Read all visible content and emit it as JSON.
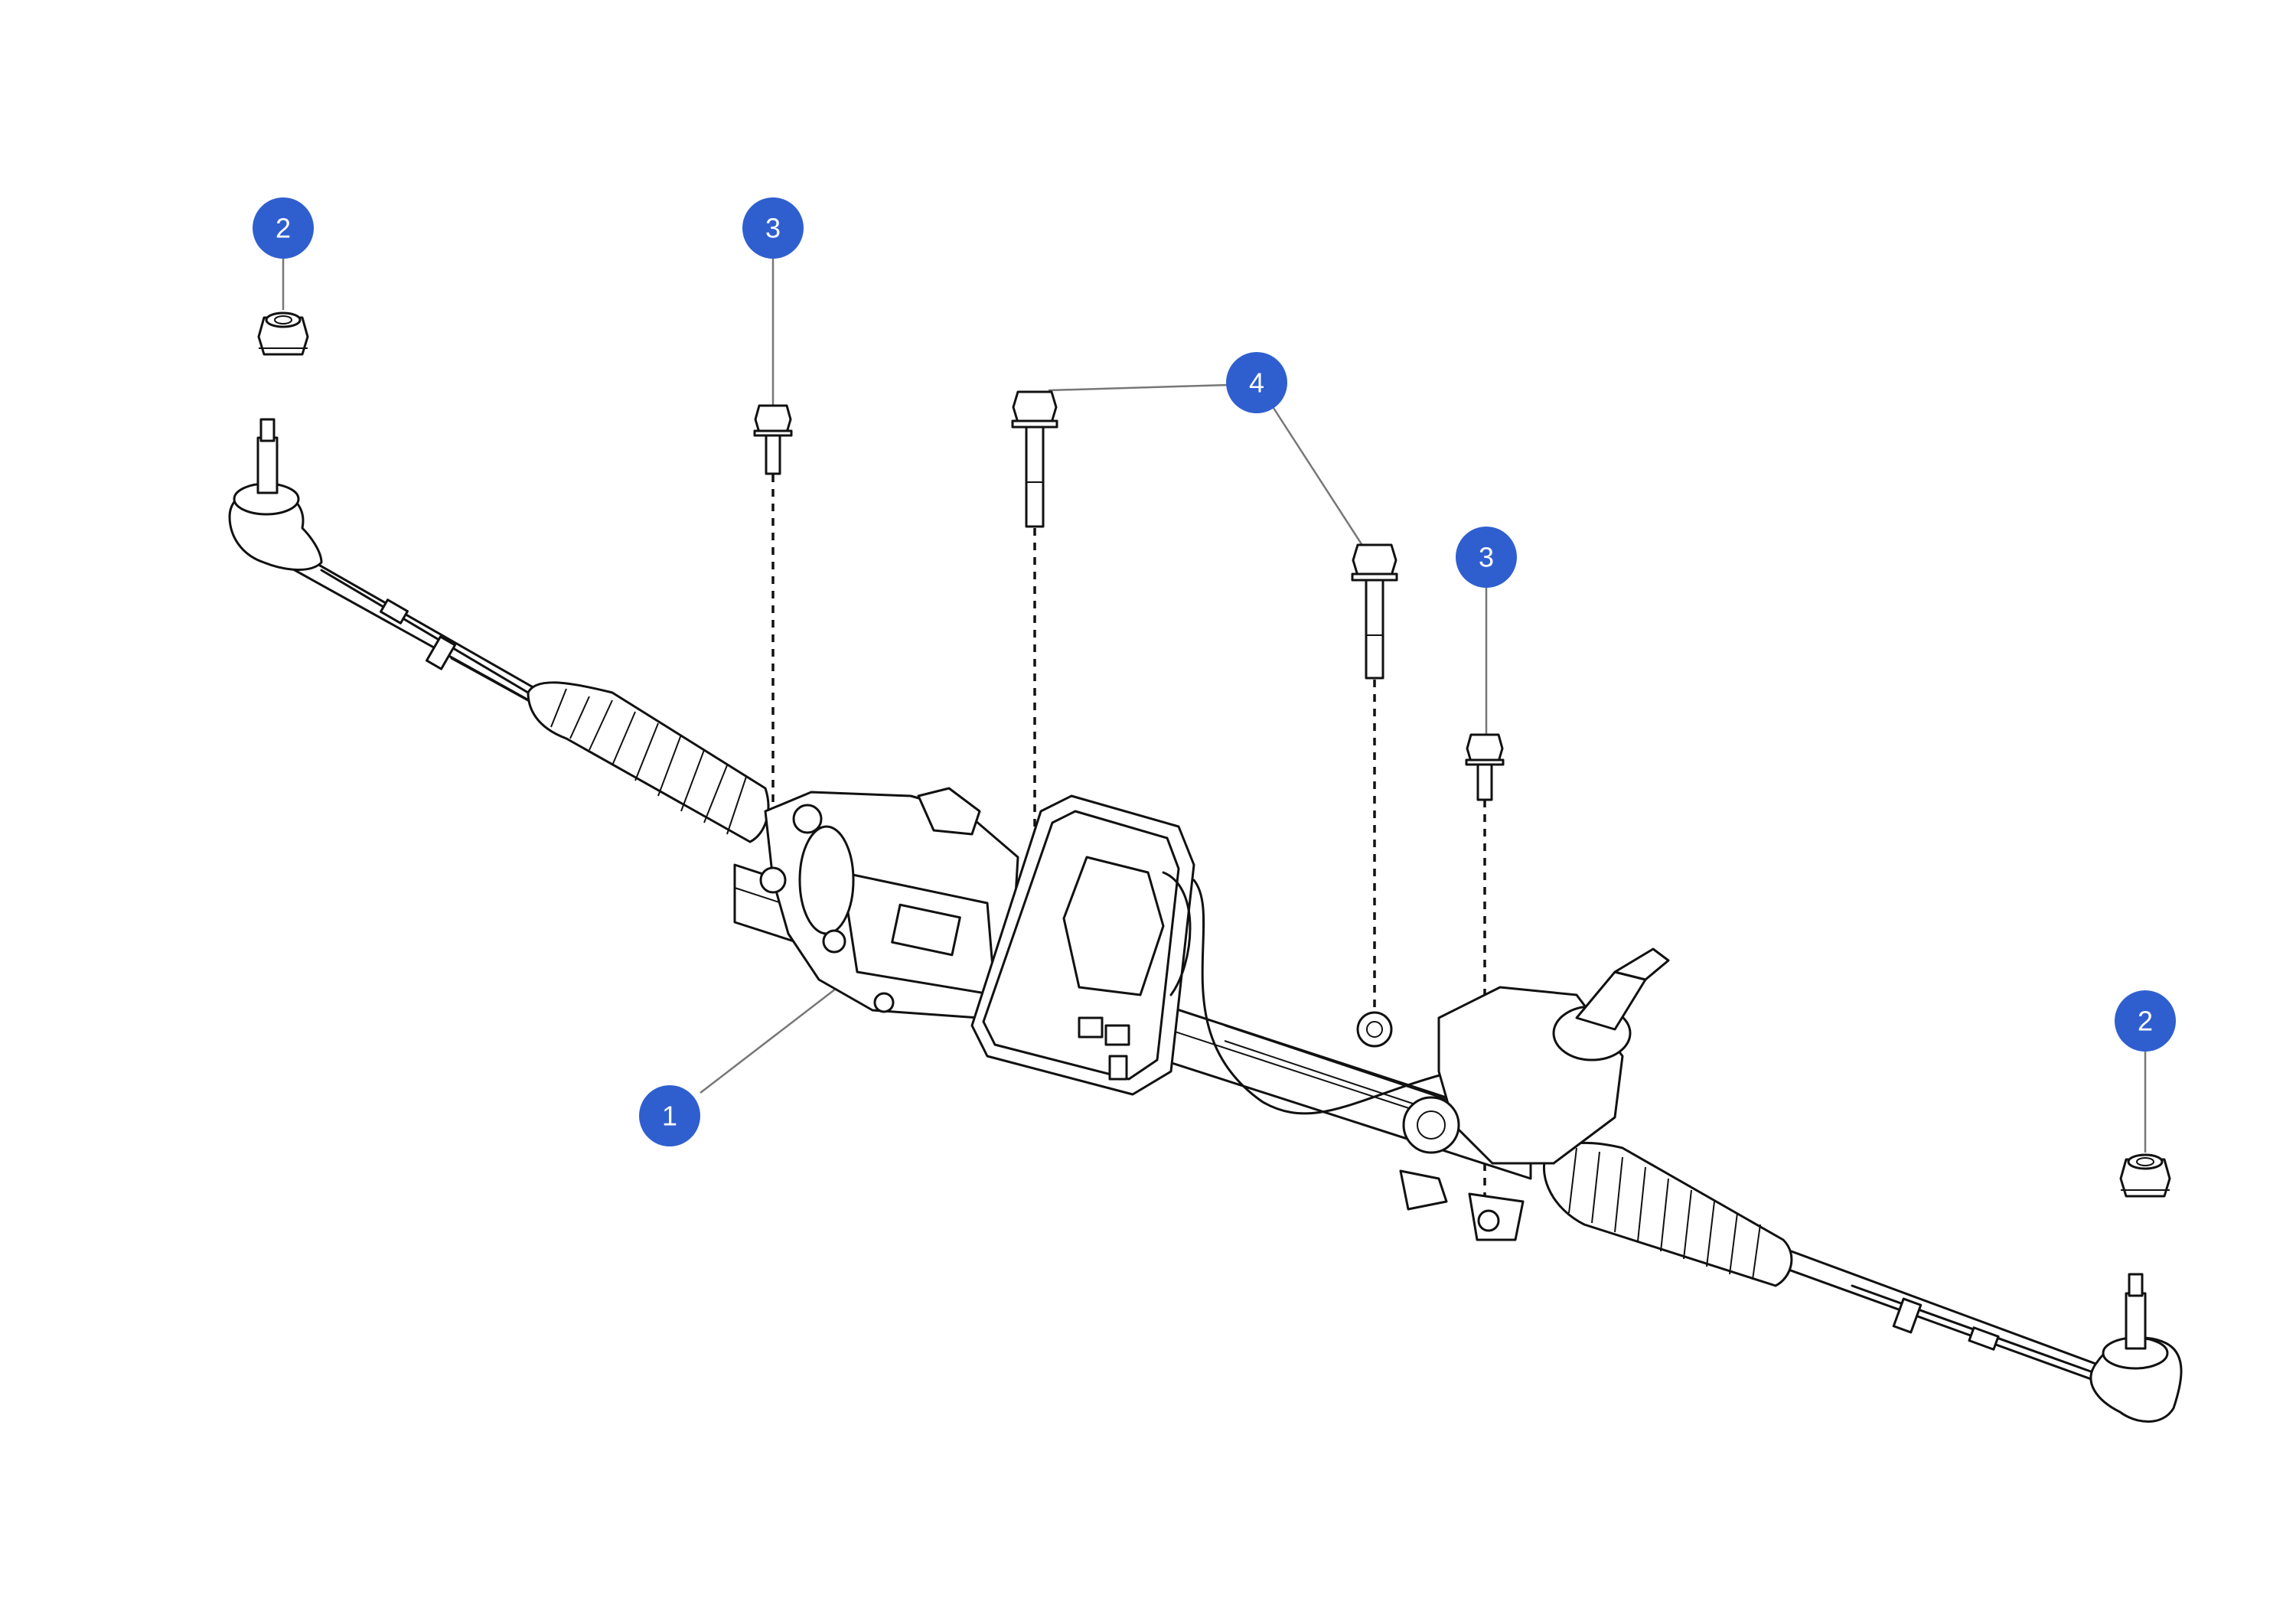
{
  "callouts": [
    {
      "id": "c1",
      "label": "1"
    },
    {
      "id": "c2a",
      "label": "2"
    },
    {
      "id": "c2b",
      "label": "2"
    },
    {
      "id": "c3a",
      "label": "3"
    },
    {
      "id": "c3b",
      "label": "3"
    },
    {
      "id": "c4",
      "label": "4"
    }
  ],
  "colors": {
    "callout_fill": "#2f5fcf",
    "callout_text": "#ffffff",
    "line": "#111111",
    "leader": "#777777"
  }
}
